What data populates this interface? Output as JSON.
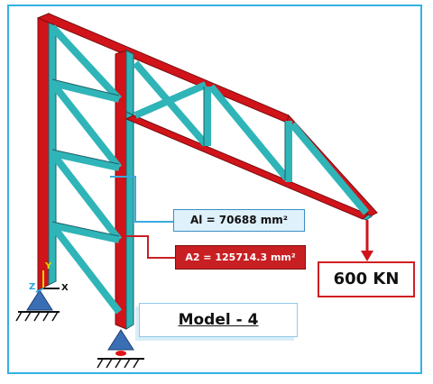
{
  "labels": {
    "area_1": "Al = 70688 mm²",
    "area_2": "A2 = 125714.3 mm²",
    "load": "600 KN",
    "model": "Model - 4"
  },
  "axes": {
    "x": "X",
    "y": "Y",
    "z": "Z"
  },
  "colors": {
    "chord": "#d0141a",
    "member": "#2fb5b8",
    "member_edge": "#1f5e66",
    "support": "#3b6fb5",
    "callout_line_1": "#3aa9e0",
    "callout_line_2": "#c81f22",
    "border": "#33b1e6"
  }
}
